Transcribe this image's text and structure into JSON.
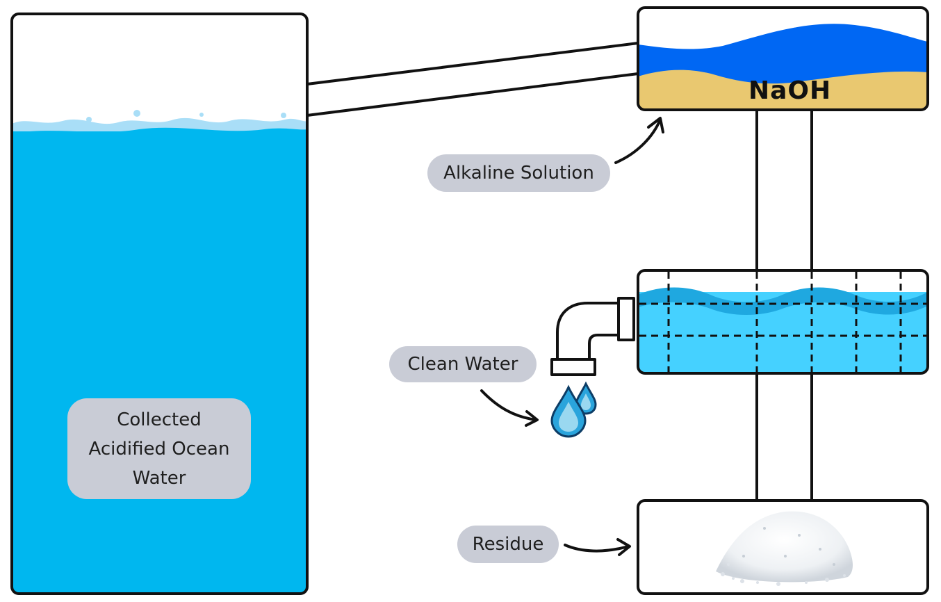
{
  "labels": {
    "collected_line1": "Collected",
    "collected_line2": "Acidified Ocean",
    "collected_line3": "Water",
    "alkaline": "Alkaline Solution",
    "clean": "Clean Water",
    "residue": "Residue",
    "naoh": "NaOH"
  },
  "colors": {
    "ocean_water": "#00b7ef",
    "ocean_foam": "#a9def7",
    "alkaline_blue": "#0067f3",
    "sand": "#e9c870",
    "filter_water": "#45d1ff",
    "filter_wave": "#1fa8e0",
    "droplet": "#2aa4dc",
    "pill": "#c9ccd6",
    "outline": "#111111"
  },
  "icons": {
    "faucet": "faucet-icon",
    "droplets": "water-droplets-icon",
    "residue_pile": "salt-pile-icon"
  }
}
